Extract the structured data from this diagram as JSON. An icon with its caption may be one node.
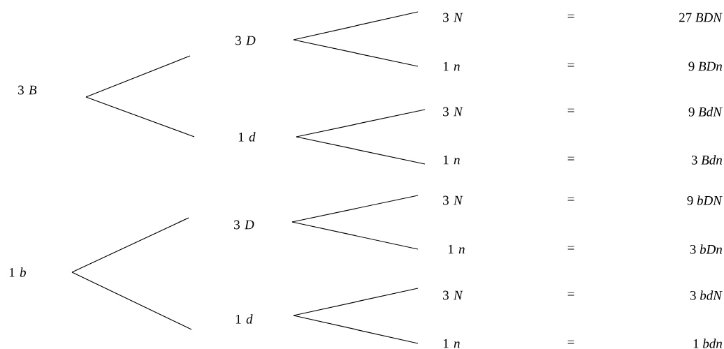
{
  "diagram": {
    "nodes": [
      {
        "text": [
          "3 *B*"
        ]
      },
      {
        "text": [
          "1 *b*"
        ]
      },
      {
        "text": [
          "3 *D*"
        ]
      },
      {
        "text": [
          "1 *d*"
        ]
      },
      {
        "text": [
          "3 *D*"
        ]
      },
      {
        "text": [
          "1 *d*"
        ]
      },
      {
        "text": [
          "3 *N*"
        ]
      },
      {
        "text": [
          "1 *n*"
        ]
      },
      {
        "text": [
          "3 *N*"
        ]
      },
      {
        "text": [
          "1 *n*"
        ]
      },
      {
        "text": [
          "3 *N*"
        ]
      },
      {
        "text": [
          "1 *n*"
        ]
      },
      {
        "text": [
          "3 *N*"
        ]
      },
      {
        "text": [
          "1 *n*"
        ]
      }
    ],
    "edges": [
      {
        "from": 0,
        "to": 2,
        "arrow": "none"
      },
      {
        "from": 0,
        "to": 3,
        "arrow": "none"
      },
      {
        "from": 1,
        "to": 4,
        "arrow": "none"
      },
      {
        "from": 1,
        "to": 5,
        "arrow": "none"
      },
      {
        "from": 2,
        "to": 6,
        "arrow": "none"
      },
      {
        "from": 2,
        "to": 7,
        "arrow": "none"
      },
      {
        "from": 3,
        "to": 8,
        "arrow": "none"
      },
      {
        "from": 3,
        "to": 9,
        "arrow": "none"
      },
      {
        "from": 4,
        "to": 10,
        "arrow": "none"
      },
      {
        "from": 4,
        "to": 11,
        "arrow": "none"
      },
      {
        "from": 5,
        "to": 12,
        "arrow": "none"
      },
      {
        "from": 5,
        "to": 13,
        "arrow": "none"
      }
    ],
    "labels": [
      "=",
      "27 *BDN*",
      "=",
      "9 *BDn*",
      "=",
      "9 *BdN*",
      "=",
      "3 *Bdn*",
      "=",
      "9 *bDN*",
      "=",
      "3 *bDn*",
      "=",
      "3 *bdN*",
      "=",
      "1 *bdn*"
    ]
  }
}
